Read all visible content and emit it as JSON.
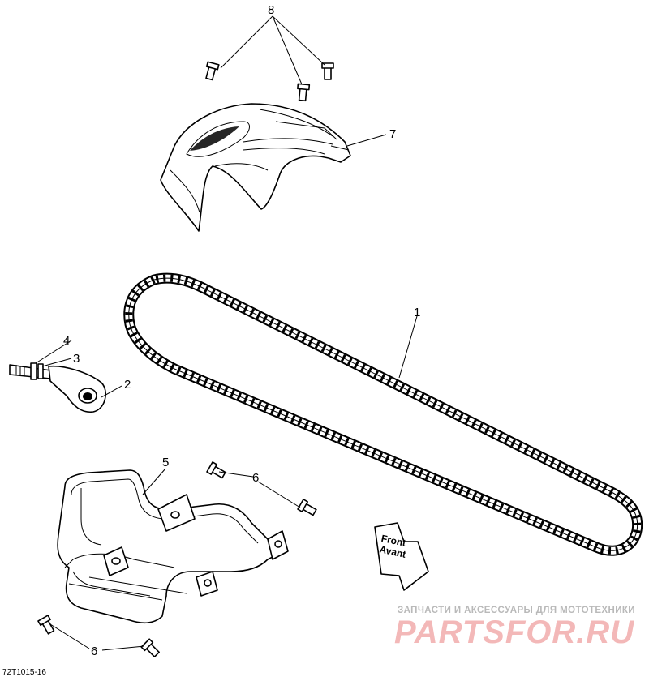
{
  "callouts": [
    {
      "id": "1",
      "label": "1"
    },
    {
      "id": "2",
      "label": "2"
    },
    {
      "id": "3",
      "label": "3"
    },
    {
      "id": "4",
      "label": "4"
    },
    {
      "id": "5",
      "label": "5"
    },
    {
      "id": "6a",
      "label": "6"
    },
    {
      "id": "6b",
      "label": "6"
    },
    {
      "id": "7",
      "label": "7"
    },
    {
      "id": "8",
      "label": "8"
    }
  ],
  "front_arrow": {
    "line1": "Front",
    "line2": "Avant"
  },
  "drawing_code": "72T1015-16",
  "watermark": {
    "tagline": "ЗАПЧАСТИ И АКСЕССУАРЫ ДЛЯ МОТОТЕХНИКИ",
    "logo": "PARTSFOR.RU",
    "color": "#f3b8b8"
  },
  "icons": [
    "bolt-icon",
    "chain-icon",
    "guard-icon",
    "tensioner-icon",
    "bracket-icon",
    "arrow-icon"
  ]
}
